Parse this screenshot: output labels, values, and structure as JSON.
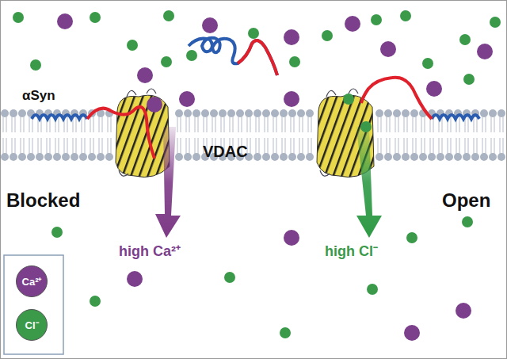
{
  "diagram": {
    "labels": [
      "αSyn",
      "VDAC",
      "Blocked",
      "Open",
      "high Ca²⁺",
      "high Cl⁻"
    ],
    "legend": [
      {
        "text": "Ca²⁺",
        "color": "#7b3f8c"
      },
      {
        "text": "Cl⁻",
        "color": "#3a9a4a"
      }
    ]
  }
}
